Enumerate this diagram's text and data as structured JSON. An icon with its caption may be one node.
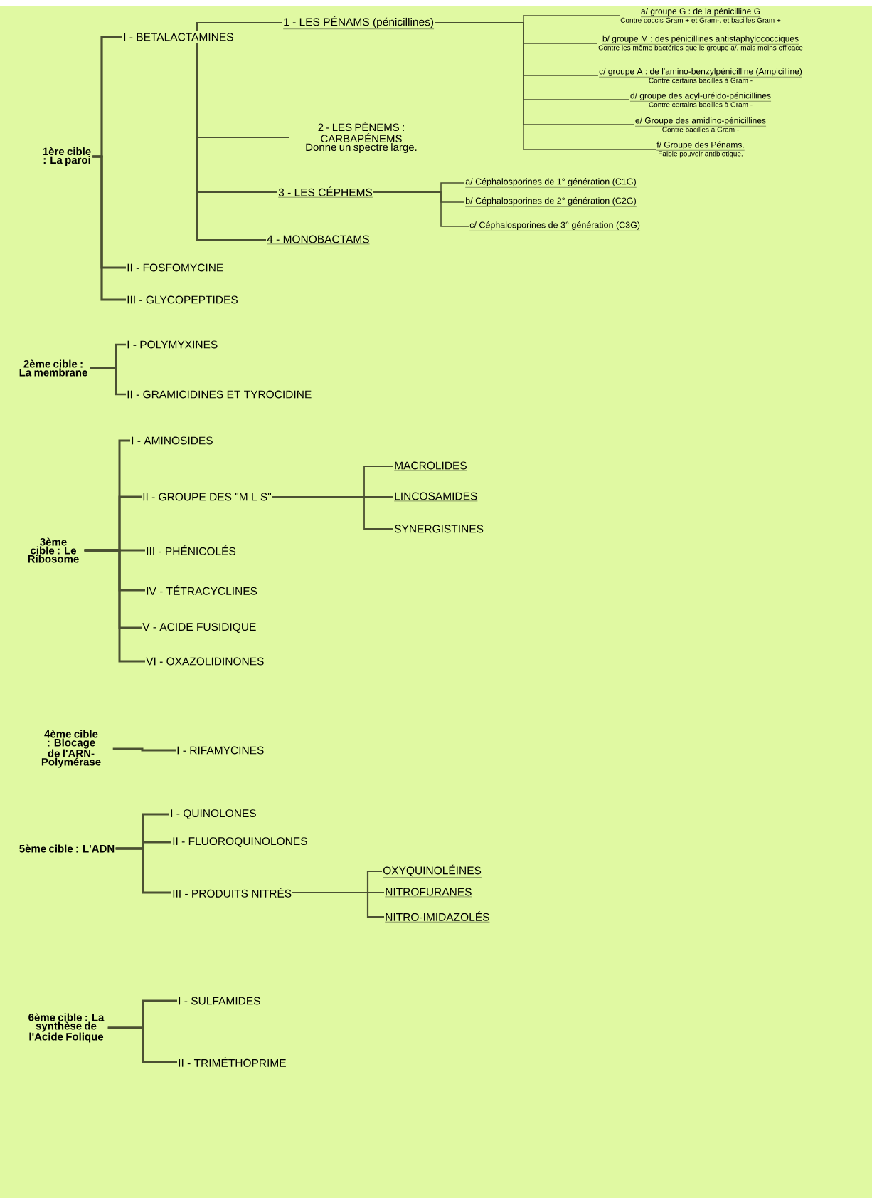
{
  "diagram": {
    "nodes": [
      {
        "text": [
          "1ère cible : La paroi"
        ]
      },
      {
        "text": [
          "I - BETALACTAMINES"
        ]
      },
      {
        "text": [
          "1 - LES PÉNAMS (pénicillines)"
        ]
      },
      {
        "text": [
          "a/ groupe G : de la pénicilline G",
          "Contre coccis Gram + et Gram-, et bacilles Gram +"
        ]
      },
      {
        "text": [
          "b/ groupe M : des pénicillines antistaphylococciques",
          "Contre les même bactéries que le groupe a/, mais moins efficace"
        ]
      },
      {
        "text": [
          "c/ groupe A : de l'amino-benzylpénicilline (Ampicilline)",
          "Contre certains bacilles à Gram -"
        ]
      },
      {
        "text": [
          "d/ groupe des acyl-uréido-pénicillines",
          "Contre certains bacilles à Gram -"
        ]
      },
      {
        "text": [
          "e/ Groupe des amidino-pénicillines",
          "Contre bacilles à Gram -"
        ]
      },
      {
        "text": [
          "f/ Groupe des Pénams.",
          "Faible pouvoir antibiotique."
        ]
      },
      {
        "text": [
          "2 - LES PÉNEMS : CARBAPÉNEMS",
          "Donne un spectre large."
        ]
      },
      {
        "text": [
          "3 - LES CÉPHEMS"
        ]
      },
      {
        "text": [
          "a/ Céphalosporines de 1° génération (C1G)"
        ]
      },
      {
        "text": [
          "b/ Céphalosporines de 2° génération (C2G)"
        ]
      },
      {
        "text": [
          "c/ Céphalosporines de 3° génération (C3G)"
        ]
      },
      {
        "text": [
          "4 - MONOBACTAMS"
        ]
      },
      {
        "text": [
          "II - FOSFOMYCINE"
        ]
      },
      {
        "text": [
          "III - GLYCOPEPTIDES"
        ]
      },
      {
        "text": [
          "2ème cible : La membrane"
        ]
      },
      {
        "text": [
          "I - POLYMYXINES"
        ]
      },
      {
        "text": [
          "II - GRAMICIDINES ET TYROCIDINE"
        ]
      },
      {
        "text": [
          "3ème cible : Le Ribosome"
        ]
      },
      {
        "text": [
          "I - AMINOSIDES"
        ]
      },
      {
        "text": [
          "II - GROUPE DES \"M L S\""
        ]
      },
      {
        "text": [
          "MACROLIDES"
        ]
      },
      {
        "text": [
          "LINCOSAMIDES"
        ]
      },
      {
        "text": [
          "SYNERGISTINES"
        ]
      },
      {
        "text": [
          "III - PHÉNICOLÉS"
        ]
      },
      {
        "text": [
          "IV - TÉTRACYCLINES"
        ]
      },
      {
        "text": [
          "V - ACIDE FUSIDIQUE"
        ]
      },
      {
        "text": [
          "VI - OXAZOLIDINONES"
        ]
      },
      {
        "text": [
          "4ème cible : Blocage de l'ARN-Polymérase"
        ]
      },
      {
        "text": [
          "I - RIFAMYCINES"
        ]
      },
      {
        "text": [
          "5ème cible : L'ADN"
        ]
      },
      {
        "text": [
          "I - QUINOLONES"
        ]
      },
      {
        "text": [
          "II - FLUOROQUINOLONES"
        ]
      },
      {
        "text": [
          "III - PRODUITS NITRÉS"
        ]
      },
      {
        "text": [
          "OXYQUINOLÉINES"
        ]
      },
      {
        "text": [
          "NITROFURANES"
        ]
      },
      {
        "text": [
          "NITRO-IMIDAZOLÉS"
        ]
      },
      {
        "text": [
          "6ème cible : La synthèse de l'Acide Folique"
        ]
      },
      {
        "text": [
          "I - SULFAMIDES"
        ]
      },
      {
        "text": [
          "II - TRIMÉTHOPRIME"
        ]
      }
    ],
    "edges": [
      {
        "from": 0,
        "to": 1,
        "arrow": "none"
      },
      {
        "from": 0,
        "to": 15,
        "arrow": "none"
      },
      {
        "from": 0,
        "to": 16,
        "arrow": "none"
      },
      {
        "from": 1,
        "to": 2,
        "arrow": "none"
      },
      {
        "from": 1,
        "to": 9,
        "arrow": "none"
      },
      {
        "from": 1,
        "to": 10,
        "arrow": "none"
      },
      {
        "from": 1,
        "to": 14,
        "arrow": "none"
      },
      {
        "from": 2,
        "to": 3,
        "arrow": "none"
      },
      {
        "from": 2,
        "to": 4,
        "arrow": "none"
      },
      {
        "from": 2,
        "to": 5,
        "arrow": "none"
      },
      {
        "from": 2,
        "to": 6,
        "arrow": "none"
      },
      {
        "from": 2,
        "to": 7,
        "arrow": "none"
      },
      {
        "from": 2,
        "to": 8,
        "arrow": "none"
      },
      {
        "from": 10,
        "to": 11,
        "arrow": "none"
      },
      {
        "from": 10,
        "to": 12,
        "arrow": "none"
      },
      {
        "from": 10,
        "to": 13,
        "arrow": "none"
      },
      {
        "from": 17,
        "to": 18,
        "arrow": "none"
      },
      {
        "from": 17,
        "to": 19,
        "arrow": "none"
      },
      {
        "from": 20,
        "to": 21,
        "arrow": "none"
      },
      {
        "from": 20,
        "to": 22,
        "arrow": "none"
      },
      {
        "from": 20,
        "to": 26,
        "arrow": "none"
      },
      {
        "from": 20,
        "to": 27,
        "arrow": "none"
      },
      {
        "from": 20,
        "to": 28,
        "arrow": "none"
      },
      {
        "from": 20,
        "to": 29,
        "arrow": "none"
      },
      {
        "from": 22,
        "to": 23,
        "arrow": "none"
      },
      {
        "from": 22,
        "to": 24,
        "arrow": "none"
      },
      {
        "from": 22,
        "to": 25,
        "arrow": "none"
      },
      {
        "from": 30,
        "to": 31,
        "arrow": "none"
      },
      {
        "from": 32,
        "to": 33,
        "arrow": "none"
      },
      {
        "from": 32,
        "to": 34,
        "arrow": "none"
      },
      {
        "from": 32,
        "to": 35,
        "arrow": "none"
      },
      {
        "from": 35,
        "to": 36,
        "arrow": "none"
      },
      {
        "from": 35,
        "to": 37,
        "arrow": "none"
      },
      {
        "from": 35,
        "to": 38,
        "arrow": "none"
      },
      {
        "from": 39,
        "to": 40,
        "arrow": "none"
      },
      {
        "from": 39,
        "to": 41,
        "arrow": "none"
      }
    ]
  }
}
